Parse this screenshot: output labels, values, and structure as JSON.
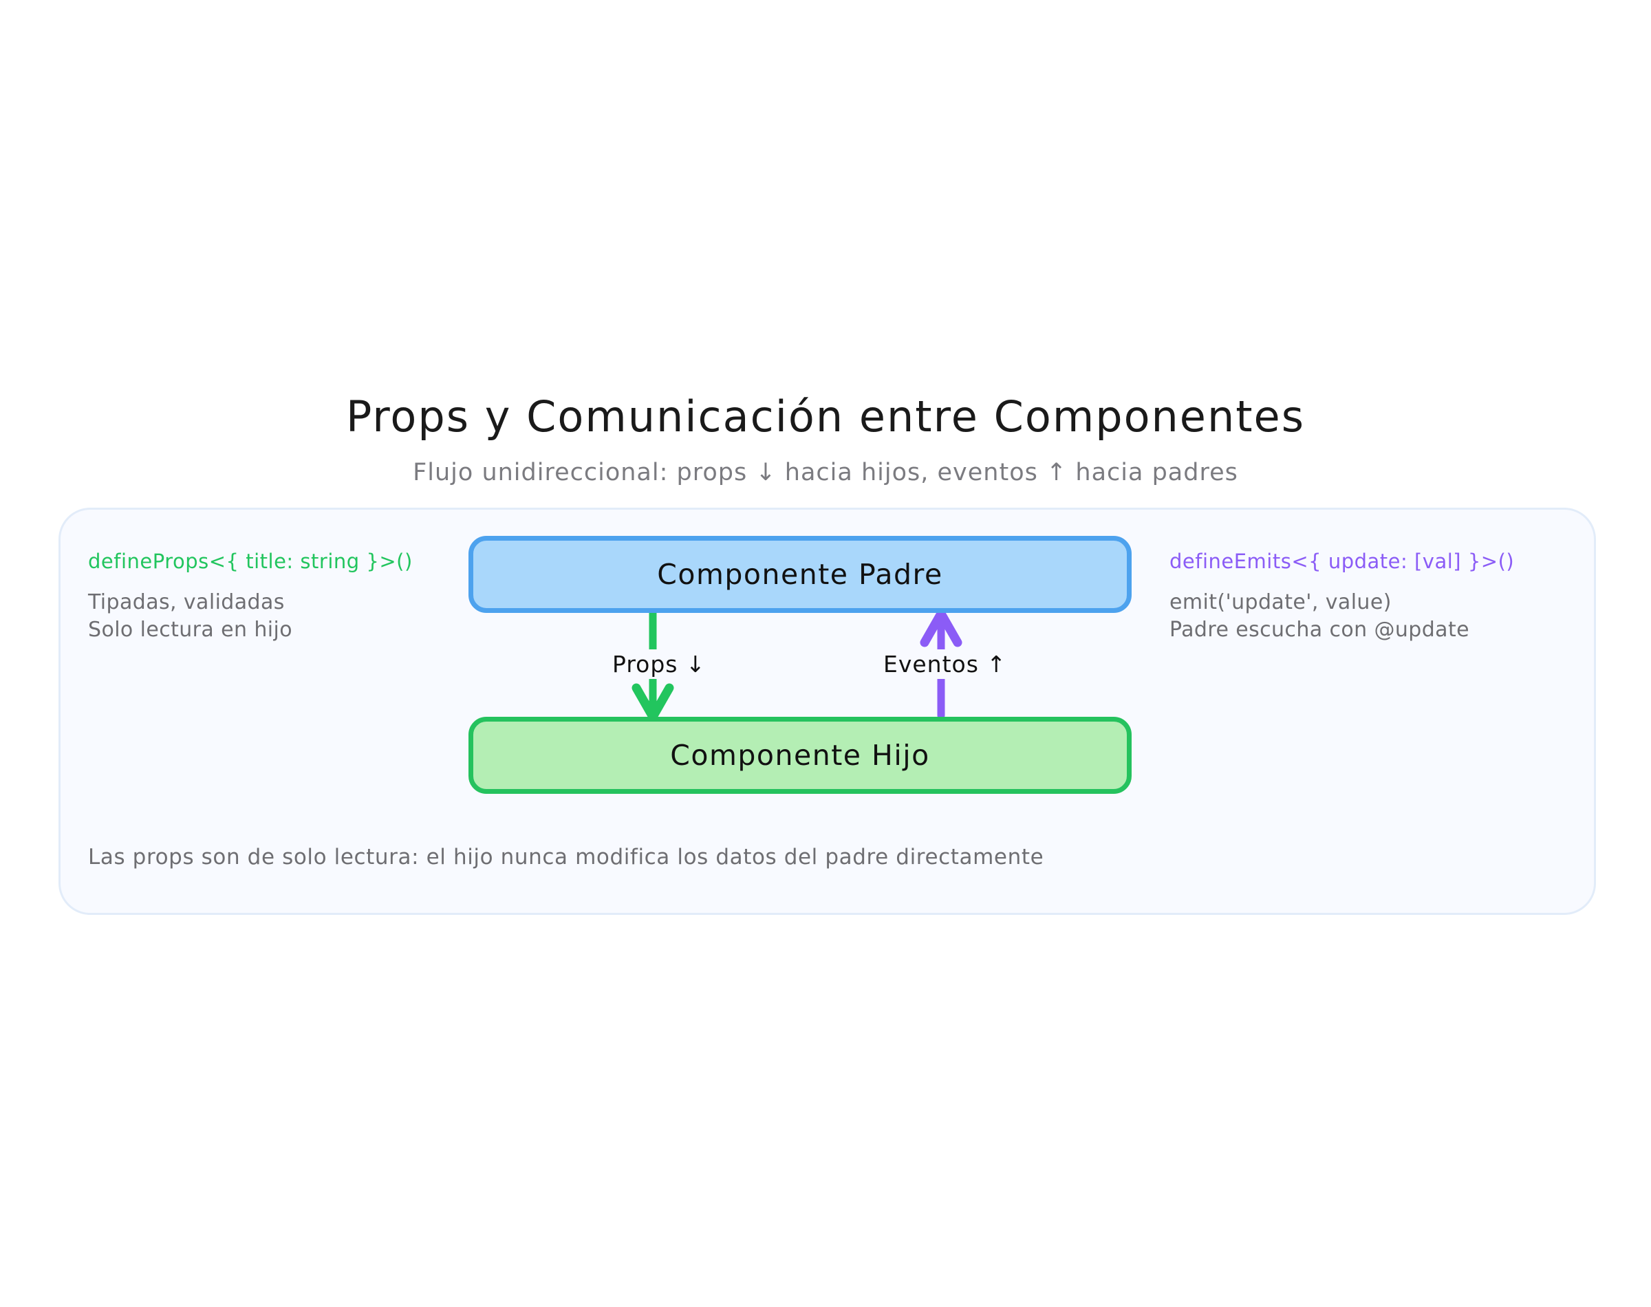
{
  "header": {
    "title": "Props y Comunicación entre Componentes",
    "subtitle": "Flujo unidireccional: props ↓ hacia hijos, eventos ↑ hacia padres"
  },
  "diagram": {
    "nodes": {
      "parent": {
        "label": "Componente Padre",
        "fill": "#a9d7fb",
        "stroke": "#4da2ee"
      },
      "child": {
        "label": "Componente Hijo",
        "fill": "#b4eeb4",
        "stroke": "#25c25e"
      }
    },
    "edges": {
      "props": {
        "label": "Props ↓",
        "color": "#22c55e",
        "direction": "parent-to-child"
      },
      "eventos": {
        "label": "Eventos ↑",
        "color": "#8b5cf6",
        "direction": "child-to-parent"
      }
    }
  },
  "annotations": {
    "left": {
      "code": "defineProps<{ title: string }>()",
      "code_color": "#22c55e",
      "lines": [
        "Tipadas, validadas",
        "Solo lectura en hijo"
      ]
    },
    "right": {
      "code": "defineEmits<{ update: [val] }>()",
      "code_color": "#8b5cf6",
      "lines": [
        "emit('update', value)",
        "Padre escucha con @update"
      ]
    }
  },
  "footnote": "Las props son de solo lectura: el hijo nunca modifica los datos del padre directamente",
  "panel": {
    "background": "#f8faff",
    "border": "#e2ecf9"
  }
}
